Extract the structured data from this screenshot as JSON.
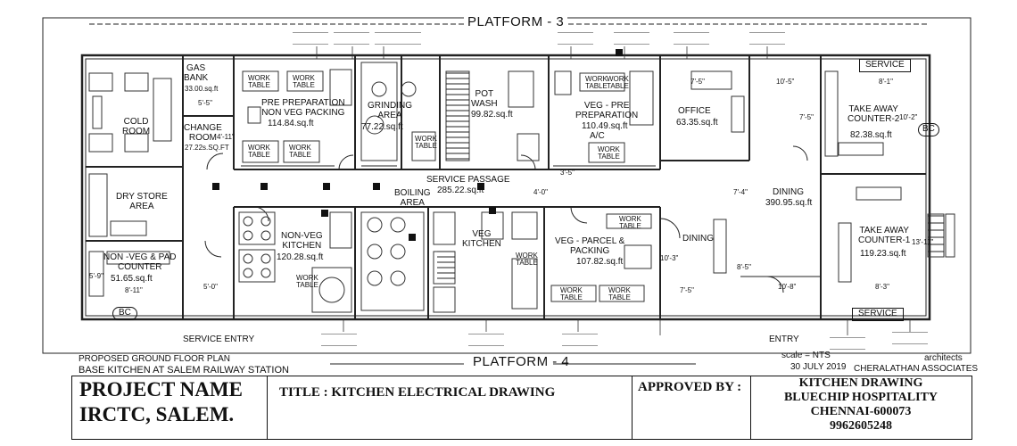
{
  "platform_top": "PLATFORM - 3",
  "platform_bottom": "PLATFORM - 4",
  "rooms": {
    "gas_bank": {
      "name": "GAS\nBANK",
      "area": "33.00.sq.ft"
    },
    "cold_room": {
      "name": "COLD\nROOM"
    },
    "change_room": {
      "name": "CHANGE\nROOM",
      "area": "27.22s.SQ.FT"
    },
    "pre_prep": {
      "name": "PRE PREPARATION\nNON VEG PACKING",
      "area": "114.84.sq.ft"
    },
    "grinding": {
      "name": "GRINDING\nAREA",
      "area": "77.22.sq.ft"
    },
    "pot_wash": {
      "name": "POT\nWASH",
      "area": "99.82.sq.ft"
    },
    "veg_pre_prep": {
      "name": "VEG - PRE\nPREPARATION",
      "area": "110.49.sq.ft",
      "note": "A/C"
    },
    "office": {
      "name": "OFFICE",
      "area": "63.35.sq.ft"
    },
    "takeaway2": {
      "name": "TAKE AWAY\nCOUNTER-2",
      "area": "82.38.sq.ft"
    },
    "dry_store": {
      "name": "DRY STORE\nAREA"
    },
    "service_passage": {
      "name": "SERVICE PASSAGE",
      "area": "285.22.sq.ft"
    },
    "boiling": {
      "name": "BOILING\nAREA"
    },
    "nonveg_pad": {
      "name": "NON -VEG & PAD\nCOUNTER",
      "area": "51.65.sq.ft"
    },
    "nonveg_kitchen": {
      "name": "NON-VEG\nKITCHEN",
      "area": "120.28.sq.ft"
    },
    "veg_kitchen": {
      "name": "VEG\nKITCHEN"
    },
    "veg_parcel": {
      "name": "VEG - PARCEL &\nPACKING",
      "area": "107.82.sq.ft"
    },
    "dining_small": {
      "name": "DINING"
    },
    "dining_main": {
      "name": "DINING",
      "area": "390.95.sq.ft"
    },
    "takeaway1": {
      "name": "TAKE AWAY\nCOUNTER-1",
      "area": "119.23.sq.ft"
    }
  },
  "labels": {
    "service_top_right": "SERVICE",
    "service_bottom_right": "SERVICE",
    "service_entry_left": "SERVICE ENTRY",
    "entry_right": "ENTRY",
    "bc_left": "BC",
    "bc_right": "BC",
    "work_table": "WORK\nTABLE"
  },
  "dimensions": [
    "5'-5\"",
    "4'-11\"",
    "5'-0\"",
    "8'-11\"",
    "7'-5\"",
    "10'-5\"",
    "8'-1\"",
    "10'-2\"",
    "3'-5\"",
    "7'-5\"",
    "10'-3\"",
    "13'-11\"",
    "7'-4\"",
    "8'-5\"",
    "10'-8\"",
    "8'-3\"",
    "7'-5\"",
    "5'-9\"",
    "4'-0\""
  ],
  "notes": {
    "plan_type": "PROPOSED GROUND FLOOR PLAN",
    "plan_name": "BASE KITCHEN AT SALEM RAILWAY STATION",
    "scale": "scale = NTS",
    "date": "30 JULY 2019",
    "architects": "architects",
    "firm": "CHERALATHAN ASSOCIATES"
  },
  "title_block": {
    "project_label": "PROJECT NAME",
    "project_value": "IRCTC, SALEM.",
    "title": "TITLE : KITCHEN ELECTRICAL DRAWING",
    "approved_by": "APPROVED BY :",
    "client_line1": "KITCHEN DRAWING",
    "client_line2": "BLUECHIP HOSPITALITY",
    "client_line3": "CHENNAI-600073",
    "client_line4": "9962605248"
  }
}
